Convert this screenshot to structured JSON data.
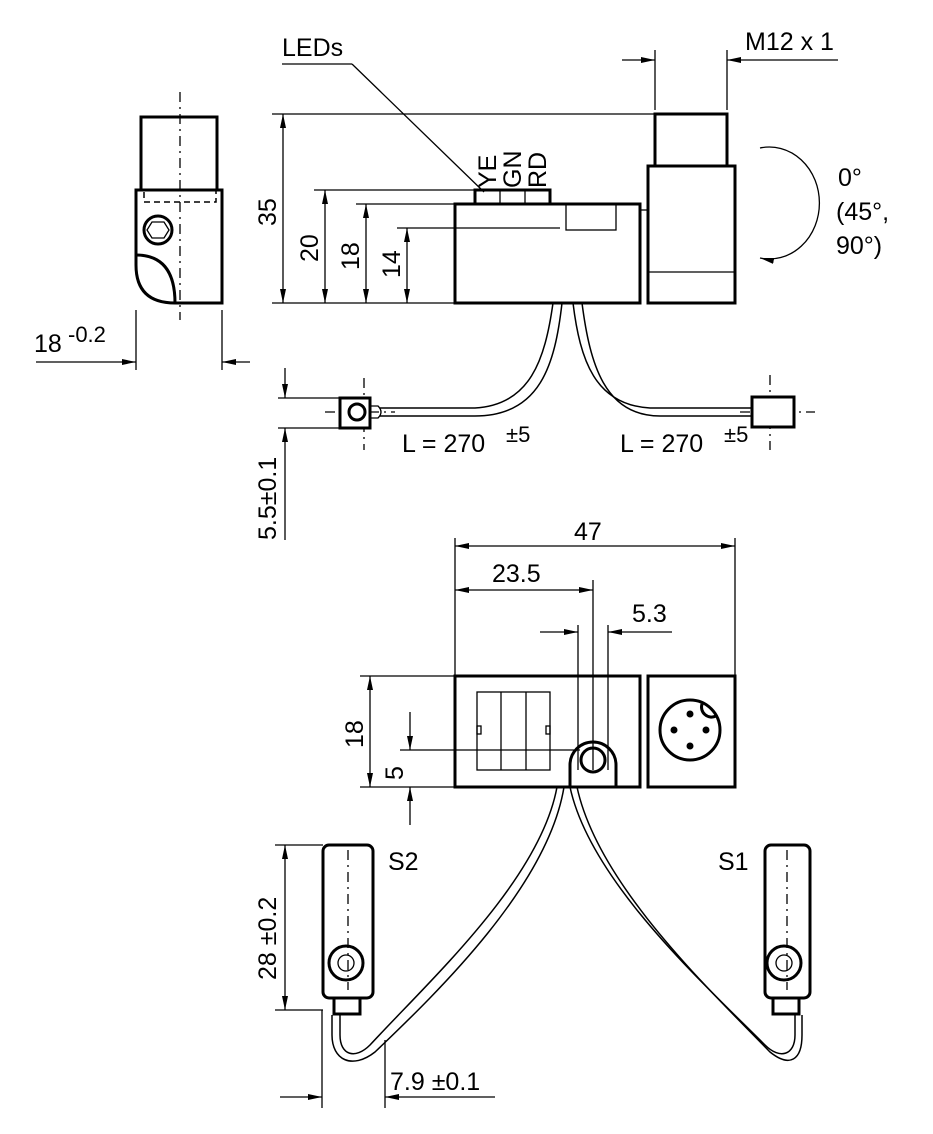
{
  "labels": {
    "leds": "LEDs",
    "thread": "M12 x 1",
    "led_ye": "YE",
    "led_gn": "GN",
    "led_rd": "RD",
    "rot_0": "0°",
    "rot_45": "(45°,",
    "rot_90": "90°)",
    "sensor_s2": "S2",
    "sensor_s1": "S1"
  },
  "dimensions": {
    "height_35": "35",
    "height_20": "20",
    "height_18": "18",
    "height_14": "14",
    "width_18_base": "18",
    "width_18_tol": "-0.2",
    "cable_left_base": "L = 270",
    "cable_left_tol": "±5",
    "cable_right_base": "L = 270",
    "cable_right_tol": "±5",
    "sensor_height": "5.5±0.1",
    "total_47": "47",
    "half_23_5": "23.5",
    "hole_5_3": "5.3",
    "bottom_18": "18",
    "bottom_5": "5",
    "sensor_28": "28 ±0.2",
    "sensor_7_9": "7.9 ±0.1"
  }
}
